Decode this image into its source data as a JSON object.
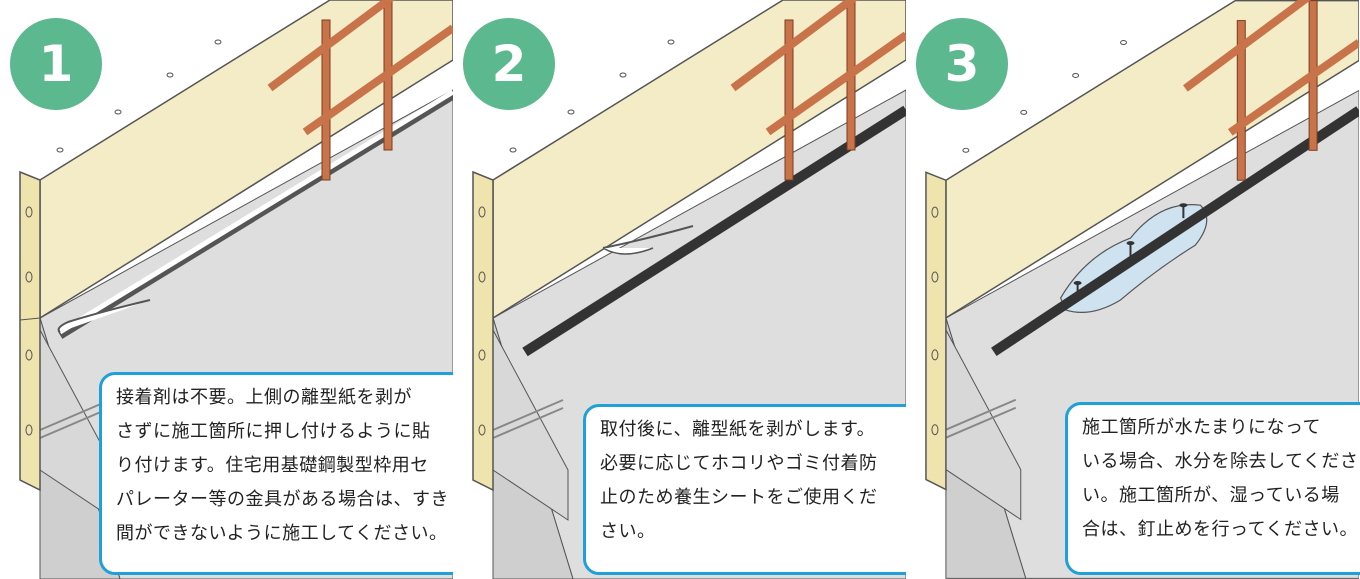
{
  "steps": [
    {
      "number": "1",
      "lines": [
        "接着剤は不要。上側の離型紙を剥が",
        "さずに施工箇所に押し付けるように貼",
        "り付けます。住宅用基礎鋼製型枠用セ",
        "パレーター等の金具がある場合は、すき",
        "間ができないように施工してください。"
      ]
    },
    {
      "number": "2",
      "lines": [
        "取付後に、離型紙を剥がします。",
        "必要に応じてホコリやゴミ付着防",
        "止のため養生シートをご使用くだ",
        "さい。"
      ]
    },
    {
      "number": "3",
      "lines": [
        "施工箇所が水たまりになって",
        "いる場合、水分を除去してくださ",
        "い。施工箇所が、湿っている場",
        "合は、釘止めを行ってください。"
      ]
    }
  ],
  "colors": {
    "badge": "#5cb88e",
    "note_border": "#1fa0d6",
    "formwork": "#f3ecc7",
    "rebar": "#c9734a",
    "slab": "#dedede"
  }
}
